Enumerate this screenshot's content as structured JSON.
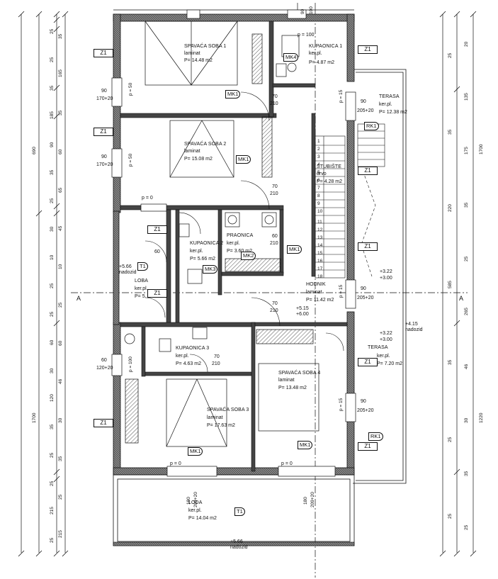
{
  "rooms": {
    "spavaca_soba_1": {
      "name": "SPAVAĆA SOBA 1",
      "floor": "laminat",
      "area": "P= 14.48 m2"
    },
    "spavaca_soba_2": {
      "name": "SPAVAĆA SOBA 2",
      "floor": "laminat",
      "area": "P= 15.08 m2"
    },
    "kupaonica_1": {
      "name": "KUPAONICA 1",
      "floor": "ker.pl.",
      "area": "P= 4.87 m2"
    },
    "terasa_1": {
      "name": "TERASA",
      "floor": "ker.pl.",
      "area": "P= 12.38 m2"
    },
    "stubiste": {
      "name": "STUBIŠTE",
      "floor": "drvo",
      "area": "P= 4.28 m2"
    },
    "kupaonica_2": {
      "name": "KUPAONICA 2",
      "floor": "ker.pl.",
      "area": "P= 5.66 m2"
    },
    "praonica": {
      "name": "PRAONICA",
      "floor": "ker.pl.",
      "area": "P= 3.60 m2"
    },
    "loba_1": {
      "name": "LOBA",
      "floor": "ker.pl.",
      "area": "P= 5."
    },
    "hodnik": {
      "name": "HODNIK",
      "floor": "laminat",
      "area": "P= 11.42 m2"
    },
    "kupaonica_3": {
      "name": "KUPAONICA 3",
      "floor": "ker.pl.",
      "area": "P= 4.63 m2"
    },
    "spavaca_soba_4": {
      "name": "SPAVAĆA SOBA 4",
      "floor": "laminat",
      "area": "P= 13.48 m2"
    },
    "terasa_2": {
      "name": "TERASA",
      "floor": "ker.pl.",
      "area": "P= 7.20 m2"
    },
    "spavaca_soba_3": {
      "name": "SPAVAĆA SOBA 3",
      "floor": "laminat",
      "area": "P= 17.63 m2"
    },
    "loda": {
      "name": "LODA",
      "floor": "ker.pl.",
      "area": "P= 14.04 m2"
    }
  },
  "tags": {
    "z1": "Z1",
    "mk1": "MK1",
    "mk2": "MK2",
    "mk3": "MK3",
    "mk4": "MK4",
    "rk1": "RK1",
    "t1": "T1"
  },
  "doors": {
    "d70": "70",
    "d210": "210",
    "d60": "60",
    "d90": "90",
    "w90": "90",
    "w170": "170+20",
    "w205": "205+20",
    "w120": "120+20",
    "w180": "180",
    "w209": "209+20",
    "p100": "p = 100",
    "p50": "p = 50",
    "p15": "p = 15",
    "p0": "p = 0"
  },
  "levels": {
    "l1": "+5.66",
    "l2": "+5.15",
    "l3": "+3.22",
    "l4": "+4.15",
    "l5": "+3.22",
    "l6": "+5.66",
    "sub1": "+6.00",
    "sub2": "+3.00",
    "sub3": "+3.00",
    "note": "nadozid"
  },
  "section": {
    "left": "A",
    "right": "A"
  },
  "stairs": [
    "11",
    "12",
    "13",
    "14",
    "15",
    "16",
    "17",
    "18",
    "1",
    "2",
    "3",
    "4",
    "5",
    "6",
    "7",
    "8",
    "9",
    "10"
  ],
  "dims_left_outer": [
    "25",
    "25",
    "35",
    "185",
    "90",
    "35",
    "25",
    "30",
    "10",
    "25",
    "25",
    "60",
    "30",
    "120",
    "35",
    "25",
    "25",
    "215",
    "25"
  ],
  "dims_left_total": [
    "690",
    "1700"
  ],
  "dims_left_inner": [
    "35",
    "165",
    "35",
    "60",
    "65",
    "45",
    "10",
    "25",
    "60",
    "46",
    "30",
    "35",
    "25",
    "215"
  ],
  "dims_right_outer": [
    "25",
    "35",
    "220",
    "585",
    "35",
    "25",
    "25"
  ],
  "dims_right_total": [
    "1700",
    "1220"
  ],
  "dims_right_inner": [
    "20",
    "135",
    "175",
    "35",
    "25",
    "265",
    "46",
    "30",
    "35",
    "25"
  ],
  "dims_top": [
    "90",
    "100"
  ]
}
